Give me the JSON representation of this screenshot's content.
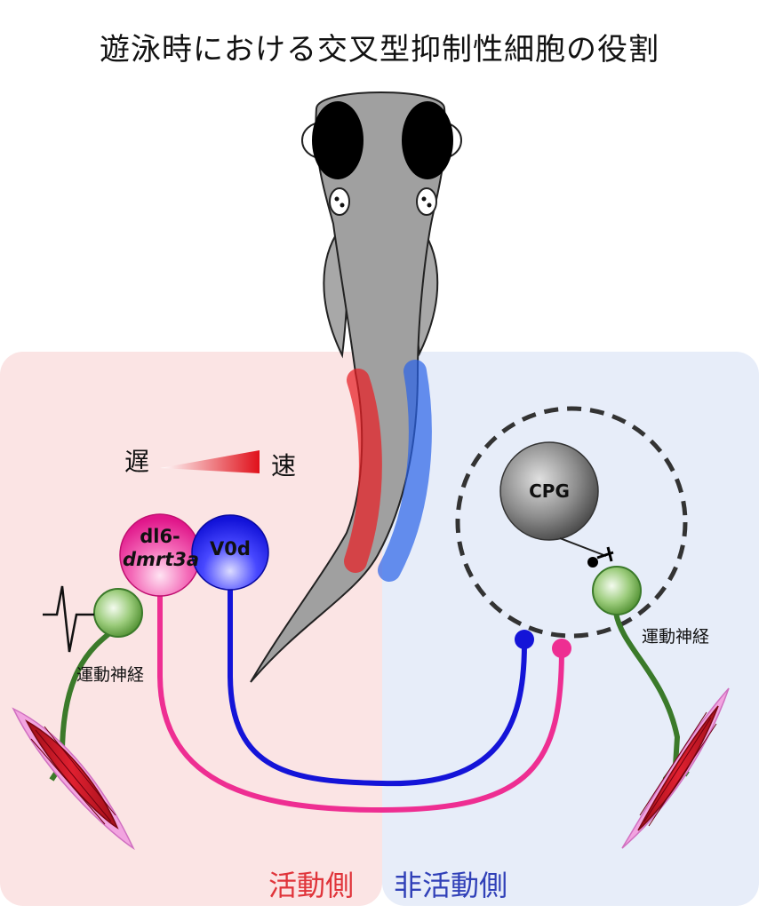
{
  "title": "遊泳時における交叉型抑制性細胞の役割",
  "speed": {
    "slow": "遅",
    "fast": "速"
  },
  "cells": {
    "dl6_line1": "dl6-",
    "dl6_line2": "dmrt3a",
    "v0d": "V0d",
    "cpg": "CPG"
  },
  "motor_neuron_left": "運動神経",
  "motor_neuron_right": "運動神経",
  "panels": {
    "active": "活動側",
    "inactive": "非活動側"
  },
  "colors": {
    "active_panel": "#fbe4e4",
    "inactive_panel": "#e7edf9",
    "dl6": "#e8268c",
    "v0d": "#1a1adc",
    "motor_neuron": "#3b7a2a",
    "active_text": "#e0343a",
    "inactive_text": "#3040b8"
  }
}
